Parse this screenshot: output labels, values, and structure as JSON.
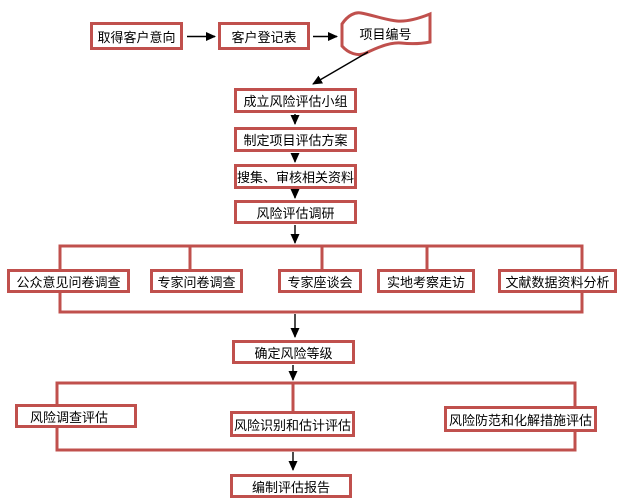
{
  "colors": {
    "shape_border": "#C0504D",
    "connector": "#C0504D",
    "arrow": "#000000",
    "shape_fill": "#FFFFFF",
    "background": "#FFFFFF"
  },
  "nodes": {
    "acquire_intent": "取得客户意向",
    "client_form": "客户登记表",
    "project_number": "项目编号",
    "setup_team": "成立风险评估小组",
    "make_plan": "制定项目评估方案",
    "collect_review": "搜集、审核相关资料",
    "risk_research": "风险评估调研",
    "methods": [
      "公众意见问卷调查",
      "专家问卷调查",
      "专家座谈会",
      "实地考察走访",
      "文献数据资料分析"
    ],
    "risk_level": "确定风险等级",
    "evaluations": [
      "风险调查评估",
      "风险识别和估计评估",
      "风险防范和化解措施评估"
    ],
    "report": "编制评估报告"
  }
}
